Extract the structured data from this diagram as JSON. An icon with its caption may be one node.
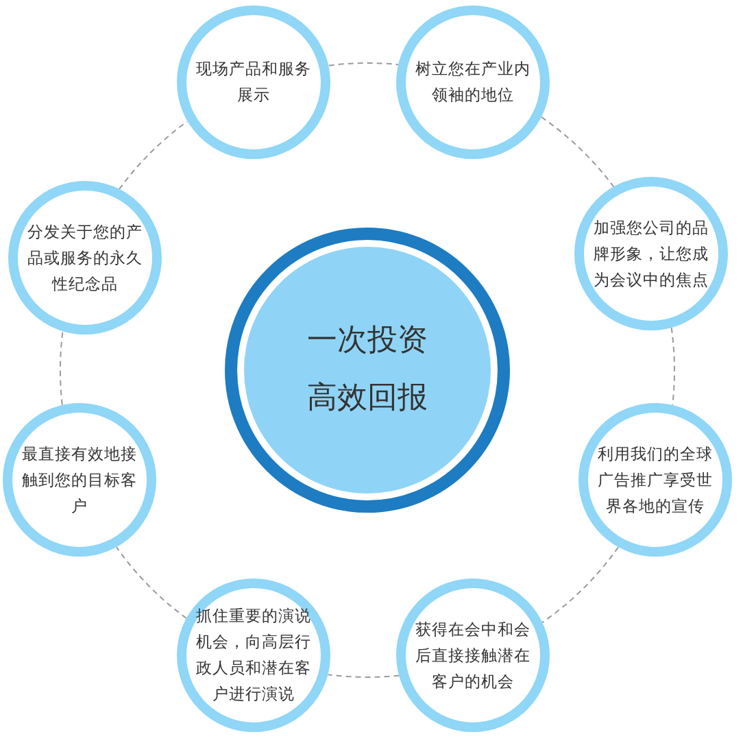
{
  "diagram": {
    "nodes": [
      {
        "text": [
          "一次投资高效回报"
        ]
      },
      {
        "text": [
          "现场产品和服务展示"
        ]
      },
      {
        "text": [
          "树立您在产业内领袖的地位"
        ]
      },
      {
        "text": [
          "加强您公司的品牌形象，让您成为会议中的焦点"
        ]
      },
      {
        "text": [
          "利用我们的全球广告推广享受世界各地的宣传"
        ]
      },
      {
        "text": [
          "获得在会中和会后直接接触潜在客户的机会"
        ]
      },
      {
        "text": [
          "抓住重要的演说机会，向高层行政人员和潜在客户进行演说"
        ]
      },
      {
        "text": [
          "最直接有效地接触到您的目标客户"
        ]
      },
      {
        "text": [
          "分发关于您的产品或服务的永久性纪念品"
        ]
      }
    ],
    "edges": [
      {
        "from": 1,
        "to": 2,
        "arrow": "none",
        "style": "dashed"
      },
      {
        "from": 2,
        "to": 3,
        "arrow": "none",
        "style": "dashed"
      },
      {
        "from": 3,
        "to": 4,
        "arrow": "none",
        "style": "dashed"
      },
      {
        "from": 4,
        "to": 5,
        "arrow": "none",
        "style": "dashed"
      },
      {
        "from": 5,
        "to": 6,
        "arrow": "none",
        "style": "dashed"
      },
      {
        "from": 6,
        "to": 7,
        "arrow": "none",
        "style": "dashed"
      },
      {
        "from": 7,
        "to": 8,
        "arrow": "none",
        "style": "dashed"
      },
      {
        "from": 8,
        "to": 1,
        "arrow": "none",
        "style": "dashed"
      }
    ]
  }
}
